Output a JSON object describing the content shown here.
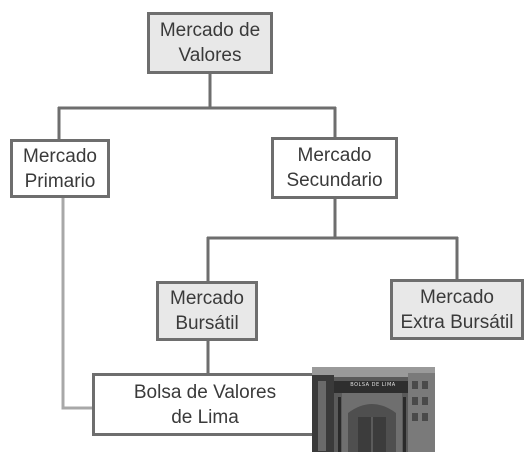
{
  "diagram": {
    "root": {
      "line1": "Mercado de",
      "line2": "Valores"
    },
    "primario": {
      "line1": "Mercado",
      "line2": "Primario"
    },
    "secundario": {
      "line1": "Mercado",
      "line2": "Secundario"
    },
    "bursatil": {
      "line1": "Mercado",
      "line2": "Bursátil"
    },
    "extra_bursatil": {
      "line1": "Mercado",
      "line2": "Extra Bursátil"
    },
    "bolsa": {
      "line1": "Bolsa de Valores",
      "line2": "de Lima"
    },
    "photo_sign_text": "BOLSA DE LIMA"
  },
  "colors": {
    "line": "#6e6e6e",
    "line_light": "#a8a8a8",
    "shaded_fill": "#e8e8e8",
    "text": "#3a3a3a"
  }
}
